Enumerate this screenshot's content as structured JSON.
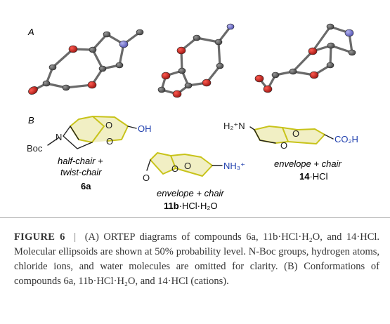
{
  "panels": {
    "a_label": "A",
    "b_label": "B"
  },
  "structures": {
    "s6a": {
      "conformation_1": "half-chair +",
      "conformation_2": "twist-chair",
      "compound": "6a",
      "oh": "OH",
      "boc": "Boc",
      "n": "N",
      "o1": "O",
      "o2": "O"
    },
    "s11b": {
      "conformation": "envelope + chair",
      "compound_bold": "11b",
      "compound_rest": "·HCl·H₂O",
      "nh3": "NH₃⁺",
      "o1": "O",
      "o2": "O",
      "o3": "O"
    },
    "s14": {
      "conformation": "envelope + chair",
      "compound_bold": "14",
      "compound_rest": "·HCl",
      "h2n": "H₂⁺N",
      "co2h": "CO₂H",
      "o1": "O",
      "o2": "O"
    }
  },
  "caption": {
    "figure_label": "FIGURE 6",
    "separator": "|",
    "text": "(A) ORTEP diagrams of compounds 6a, 11b·HCl·H₂O, and 14·HCl. Molecular ellipsoids are shown at 50% probability level. N-Boc groups, hydrogen atoms, chloride ions, and water molecules are omitted for clarity. (B) Conformations of compounds 6a, 11b·HCl·H₂O, and 14·HCl (cations)."
  },
  "colors": {
    "carbon": "#5a5a5a",
    "oxygen": "#c0201c",
    "nitrogen": "#6f6fd0",
    "highlight": "#c8c31a",
    "blue_text": "#1f3fae"
  }
}
